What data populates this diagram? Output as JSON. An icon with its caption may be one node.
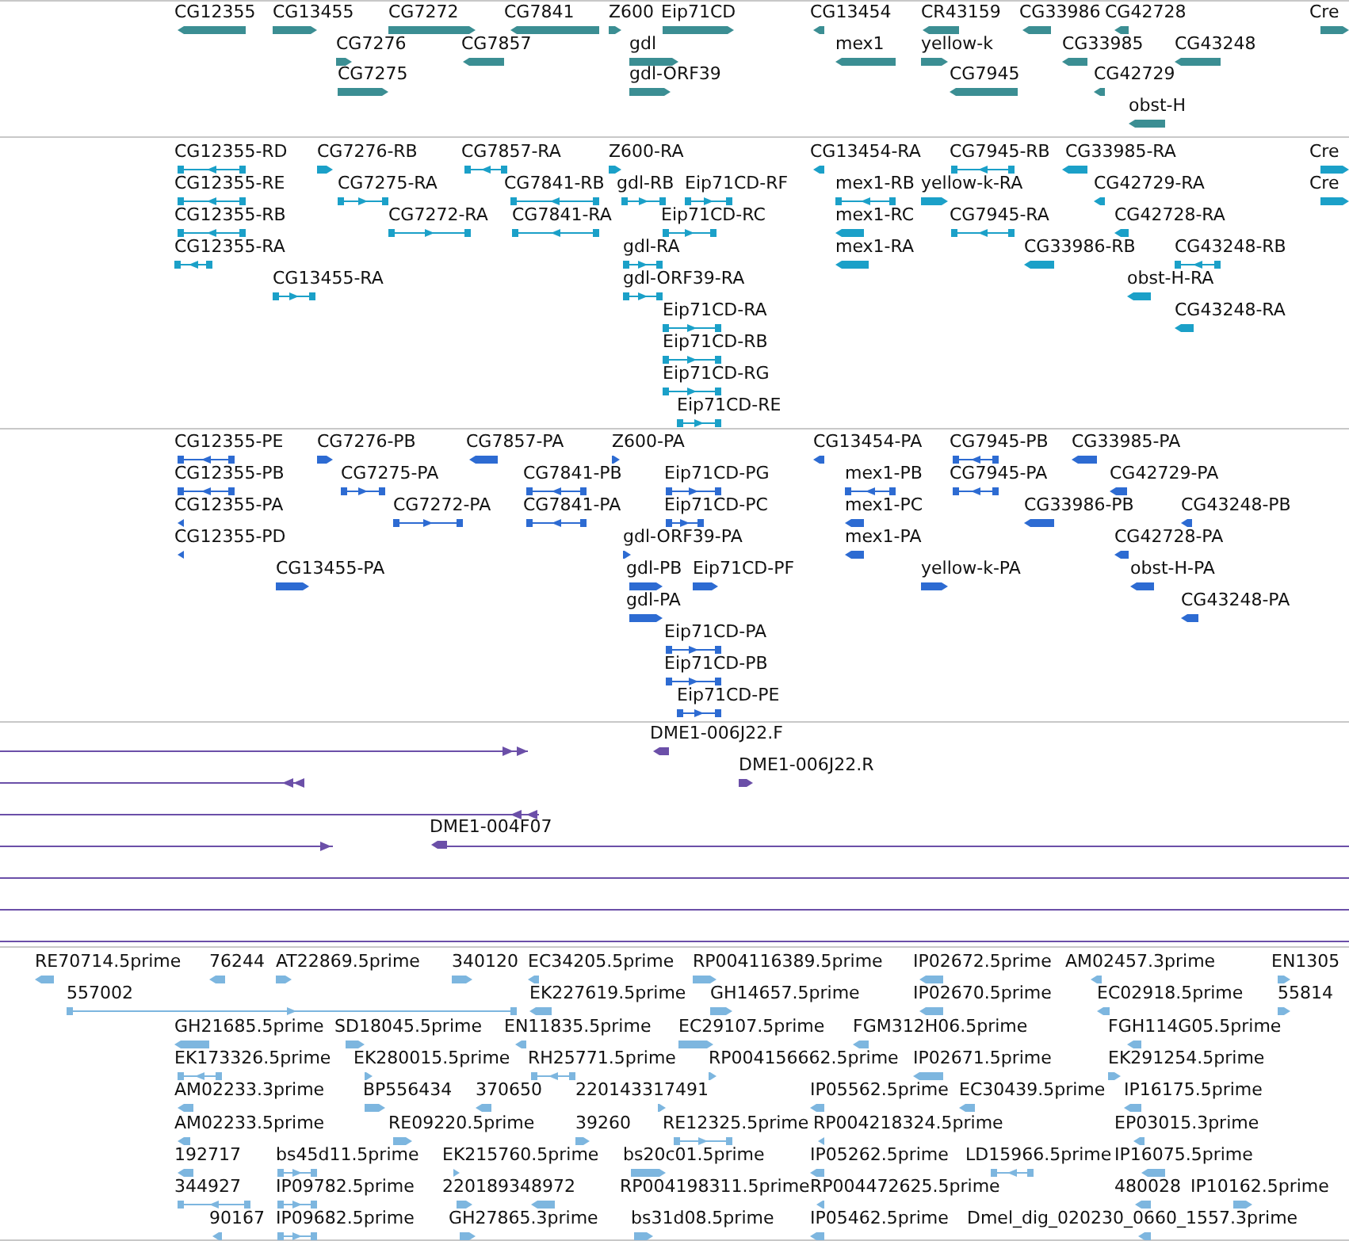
{
  "diagram": {
    "labels": [
      "CG12355",
      "CG13455",
      "CG7272",
      "CG7841",
      "Z600",
      "Eip71CD",
      "CG13454",
      "CR43159",
      "CG33986",
      "CG42728",
      "Cre",
      "CG7276",
      "CG7857",
      "gdl",
      "mex1",
      "yellow-k",
      "CG33985",
      "CG43248",
      "CG7275",
      "gdl-ORF39",
      "CG7945",
      "CG42729",
      "obst-H",
      "CG12355-RD",
      "CG7276-RB",
      "CG7857-RA",
      "Z600-RA",
      "CG13454-RA",
      "CG7945-RB",
      "CG33985-RA",
      "Cre",
      "CG12355-RE",
      "CG7275-RA",
      "CG7841-RB",
      "gdl-RB",
      "Eip71CD-RF",
      "mex1-RB",
      "yellow-k-RA",
      "CG42729-RA",
      "Cre",
      "CG12355-RB",
      "CG7272-RA",
      "CG7841-RA",
      "Eip71CD-RC",
      "mex1-RC",
      "CG7945-RA",
      "CG42728-RA",
      "CG12355-RA",
      "gdl-RA",
      "mex1-RA",
      "CG33986-RB",
      "CG43248-RB",
      "CG13455-RA",
      "gdl-ORF39-RA",
      "obst-H-RA",
      "Eip71CD-RA",
      "CG43248-RA",
      "Eip71CD-RB",
      "Eip71CD-RG",
      "Eip71CD-RE",
      "CG12355-PE",
      "CG7276-PB",
      "CG7857-PA",
      "Z600-PA",
      "CG13454-PA",
      "CG7945-PB",
      "CG33985-PA",
      "CG12355-PB",
      "CG7275-PA",
      "CG7841-PB",
      "Eip71CD-PG",
      "mex1-PB",
      "CG7945-PA",
      "CG42729-PA",
      "CG12355-PA",
      "CG7272-PA",
      "CG7841-PA",
      "Eip71CD-PC",
      "mex1-PC",
      "CG33986-PB",
      "CG43248-PB",
      "CG12355-PD",
      "gdl-ORF39-PA",
      "mex1-PA",
      "CG42728-PA",
      "CG13455-PA",
      "gdl-PB",
      "Eip71CD-PF",
      "yellow-k-PA",
      "obst-H-PA",
      "gdl-PA",
      "CG43248-PA",
      "Eip71CD-PA",
      "Eip71CD-PB",
      "Eip71CD-PE",
      "DME1-006J22.F",
      "DME1-006J22.R",
      "DME1-004F07",
      "RE70714.5prime",
      "76244",
      "AT22869.5prime",
      "340120",
      "EC34205.5prime",
      "RP004116389.5prime",
      "IP02672.5prime",
      "AM02457.3prime",
      "EN1305",
      "557002",
      "EK227619.5prime",
      "GH14657.5prime",
      "IP02670.5prime",
      "EC02918.5prime",
      "55814",
      "GH21685.5prime",
      "SD18045.5prime",
      "EN11835.5prime",
      "EC29107.5prime",
      "FGM312H06.5prime",
      "FGH114G05.5prime",
      "EK173326.5prime",
      "EK280015.5prime",
      "RH25771.5prime",
      "RP004156662.5prime",
      "IP02671.5prime",
      "EK291254.5prime",
      "AM02233.3prime",
      "BP556434",
      "370650",
      "220143317491",
      "IP05562.5prime",
      "EC30439.5prime",
      "IP16175.5prime",
      "AM02233.5prime",
      "RE09220.5prime",
      "39260",
      "RE12325.5prime",
      "RP004218324.5prime",
      "EP03015.3prime",
      "192717",
      "bs45d11.5prime",
      "EK215760.5prime",
      "bs20c01.5prime",
      "IP05262.5prime",
      "LD15966.5prime",
      "IP16075.5prime",
      "344927",
      "IP09782.5prime",
      "220189348972",
      "RP004198311.5prime",
      "RP004472625.5prime",
      "480028",
      "IP10162.5prime",
      "90167",
      "IP09682.5prime",
      "GH27865.3prime",
      "bs31d08.5prime",
      "IP05462.5prime",
      "Dmel_dig_020230_0660_1557.3prime"
    ]
  }
}
